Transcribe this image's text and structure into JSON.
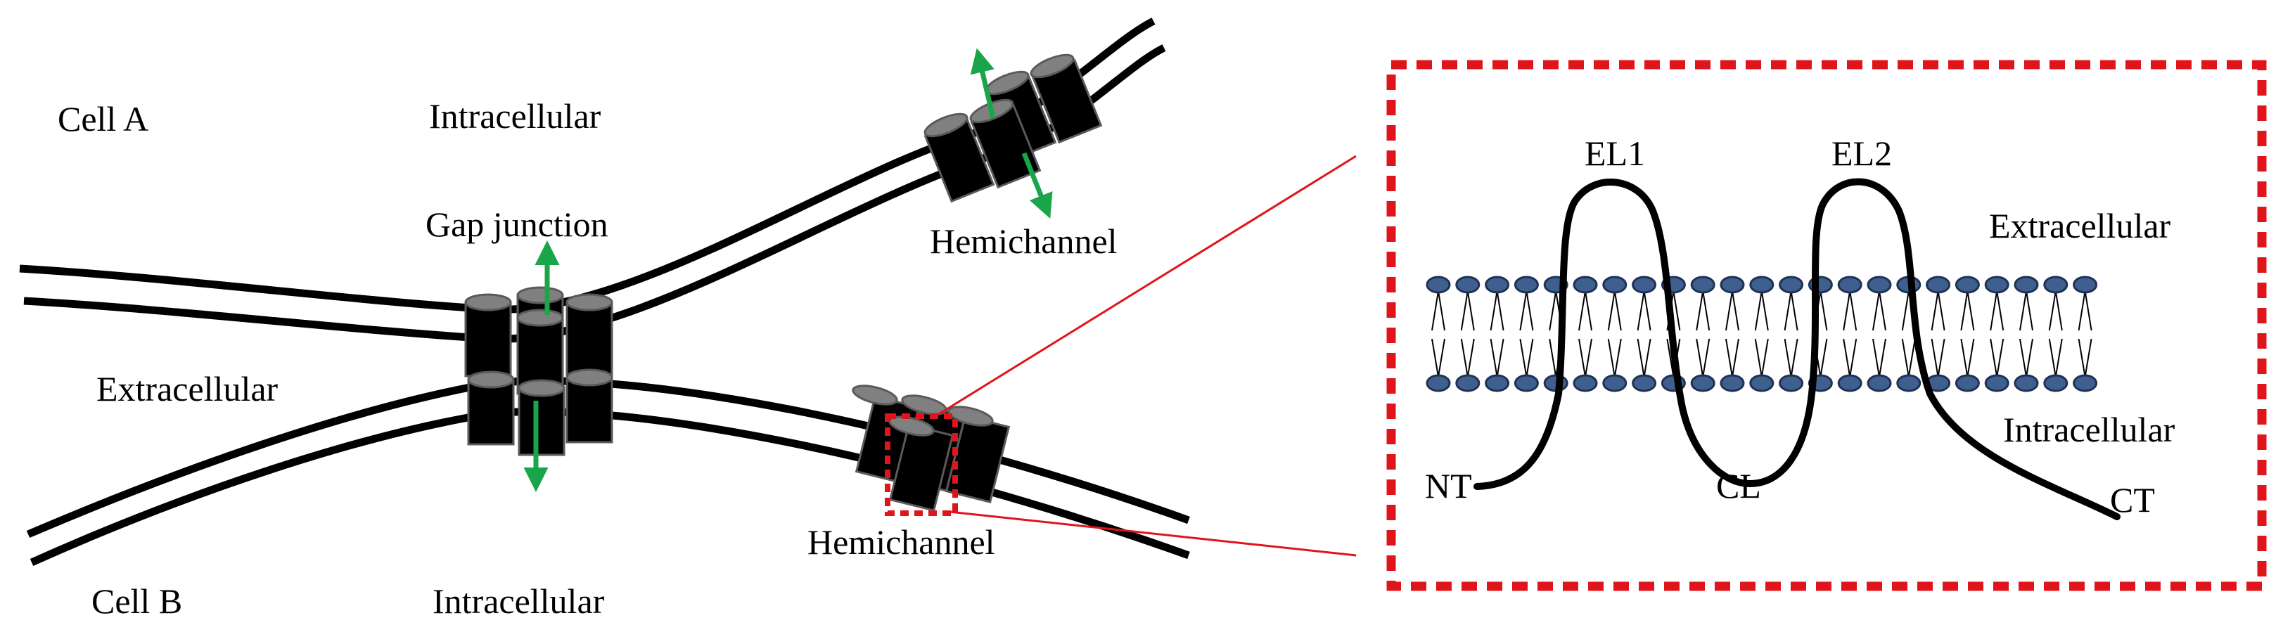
{
  "labels": {
    "cell_a": "Cell A",
    "cell_b": "Cell B",
    "intracellular_top": "Intracellular",
    "intracellular_bottom": "Intracellular",
    "extracellular_left": "Extracellular",
    "gap_junction": "Gap junction",
    "hemichannel_top": "Hemichannel",
    "hemichannel_bottom": "Hemichannel"
  },
  "inset": {
    "el1": "EL1",
    "el2": "EL2",
    "extracellular": "Extracellular",
    "intracellular": "Intracellular",
    "nt": "NT",
    "cl": "CL",
    "ct": "CT"
  },
  "colors": {
    "membrane": "#000000",
    "channel_top": "#808080",
    "channel_body": "#000000",
    "flux_arrow": "#1aa54a",
    "highlight_box": "#e0141b",
    "lipid_head": "#3f5f8f",
    "lipid_head_edge": "#1f3255"
  }
}
